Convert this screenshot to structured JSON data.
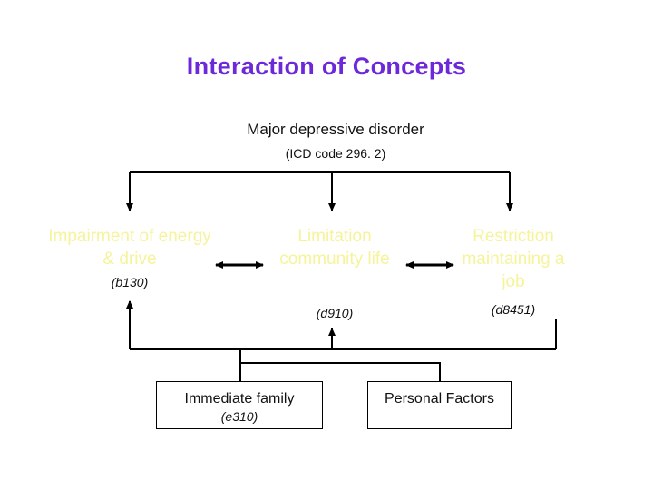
{
  "slide": {
    "title": "Interaction of Concepts",
    "title_color": "#6d28d9",
    "background": "#ffffff"
  },
  "diagnosis": {
    "label": "Major depressive disorder",
    "code": "(ICD code 296. 2)"
  },
  "concepts": [
    {
      "id": "impairment",
      "label": "Impairment of energy & drive",
      "code": "(b130)",
      "color": "#f6f39a"
    },
    {
      "id": "limitation",
      "label": "Limitation community life",
      "code": "(d910)",
      "color": "#f6f39a"
    },
    {
      "id": "restriction",
      "label": "Restriction maintaining a job",
      "code": "(d8451)",
      "color": "#f6f39a"
    }
  ],
  "context_boxes": [
    {
      "id": "immediate-family",
      "label": "Immediate family",
      "code": "(e310)"
    },
    {
      "id": "personal-factors",
      "label": "Personal Factors",
      "code": ""
    }
  ],
  "connectors": {
    "down_arrows": 3,
    "double_arrows": 2,
    "up_arrows": 2
  }
}
